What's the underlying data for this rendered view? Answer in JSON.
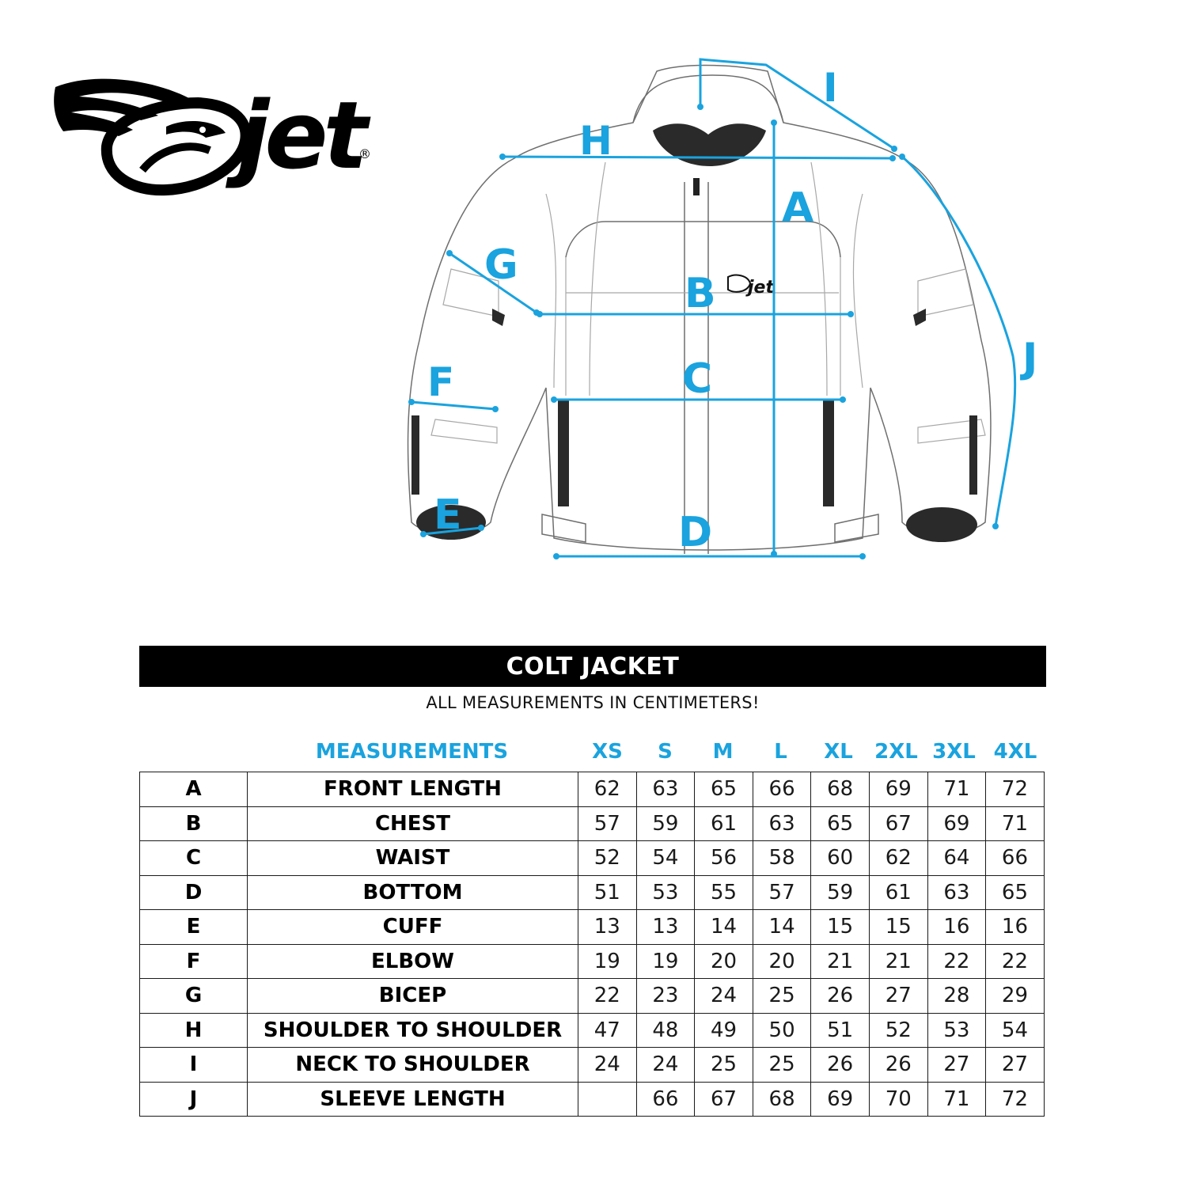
{
  "brand": {
    "logo_text": "jet",
    "registered_mark": "®"
  },
  "diagram": {
    "labels": [
      "A",
      "B",
      "C",
      "D",
      "E",
      "F",
      "G",
      "H",
      "I",
      "J"
    ],
    "chest_logo_text": "jet",
    "accent_color": "#1aa3de"
  },
  "product": {
    "title": "COLT JACKET",
    "subtitle": "ALL MEASUREMENTS IN CENTIMETERS!"
  },
  "table": {
    "measurements_header": "MEASUREMENTS",
    "sizes": [
      "XS",
      "S",
      "M",
      "L",
      "XL",
      "2XL",
      "3XL",
      "4XL"
    ],
    "rows": [
      {
        "code": "A",
        "name": "FRONT LENGTH",
        "values": [
          "62",
          "63",
          "65",
          "66",
          "68",
          "69",
          "71",
          "72"
        ]
      },
      {
        "code": "B",
        "name": "CHEST",
        "values": [
          "57",
          "59",
          "61",
          "63",
          "65",
          "67",
          "69",
          "71"
        ]
      },
      {
        "code": "C",
        "name": "WAIST",
        "values": [
          "52",
          "54",
          "56",
          "58",
          "60",
          "62",
          "64",
          "66"
        ]
      },
      {
        "code": "D",
        "name": "BOTTOM",
        "values": [
          "51",
          "53",
          "55",
          "57",
          "59",
          "61",
          "63",
          "65"
        ]
      },
      {
        "code": "E",
        "name": "CUFF",
        "values": [
          "13",
          "13",
          "14",
          "14",
          "15",
          "15",
          "16",
          "16"
        ]
      },
      {
        "code": "F",
        "name": "ELBOW",
        "values": [
          "19",
          "19",
          "20",
          "20",
          "21",
          "21",
          "22",
          "22"
        ]
      },
      {
        "code": "G",
        "name": "BICEP",
        "values": [
          "22",
          "23",
          "24",
          "25",
          "26",
          "27",
          "28",
          "29"
        ]
      },
      {
        "code": "H",
        "name": "SHOULDER TO SHOULDER",
        "values": [
          "47",
          "48",
          "49",
          "50",
          "51",
          "52",
          "53",
          "54"
        ]
      },
      {
        "code": "I",
        "name": "NECK TO SHOULDER",
        "values": [
          "24",
          "24",
          "25",
          "25",
          "26",
          "26",
          "27",
          "27"
        ]
      },
      {
        "code": "J",
        "name": "SLEEVE LENGTH",
        "values": [
          "",
          "66",
          "67",
          "68",
          "69",
          "70",
          "71",
          "72"
        ]
      }
    ]
  },
  "colors": {
    "accent": "#1aa3de",
    "title_bar": "#000000",
    "title_text": "#ffffff"
  }
}
